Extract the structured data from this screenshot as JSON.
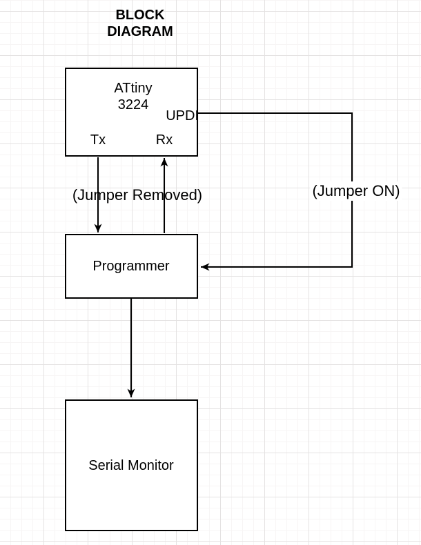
{
  "title": {
    "line1": "BLOCK",
    "line2": "DIAGRAM"
  },
  "blocks": {
    "attiny": {
      "name_line1": "ATtiny",
      "name_line2": "3224",
      "pin_updi": "UPDI",
      "pin_tx": "Tx",
      "pin_rx": "Rx"
    },
    "programmer": {
      "label": "Programmer"
    },
    "serial_monitor": {
      "label": "Serial Monitor"
    }
  },
  "edge_labels": {
    "jumper_removed": "(Jumper Removed)",
    "jumper_on": "(Jumper ON)"
  },
  "colors": {
    "wire": "#000000",
    "box_border": "#000000",
    "box_fill": "#ffffff",
    "grid_minor": "#f7f5f5",
    "grid_major": "#e4e2e2",
    "background": "#ffffff"
  }
}
